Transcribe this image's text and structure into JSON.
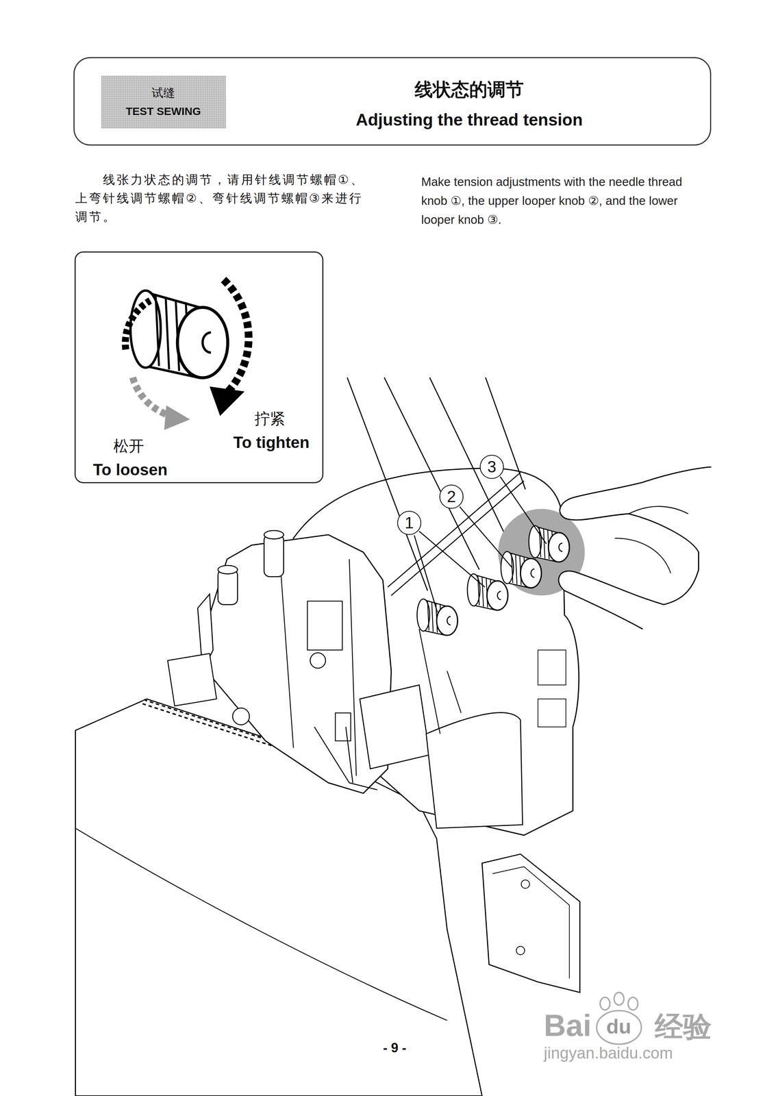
{
  "diagram": {
    "nodes": [
      {
        "text": [
          "线状态的调节",
          "Adjusting the thread tension"
        ]
      },
      {
        "text": [
          "试缝",
          "TEST SEWING"
        ],
        "in": 0
      },
      {
        "text": [
          "拧紧",
          "To tighten",
          "松开",
          "To loosen"
        ]
      },
      {
        "text": [
          "1"
        ]
      },
      {
        "text": [
          "2"
        ]
      },
      {
        "text": [
          "3"
        ]
      }
    ],
    "labels": [
      "线张力状态的调节，请用针线调节螺帽①、上弯针线调节螺帽②、弯针线调节螺帽③来进行调节。",
      "Make tension adjustments with the needle thread knob ①, the upper looper knob ②, and the lower looper knob ③.",
      "- 9 -",
      "Bai",
      "du",
      "经验",
      "jingyan.baidu.com"
    ]
  }
}
